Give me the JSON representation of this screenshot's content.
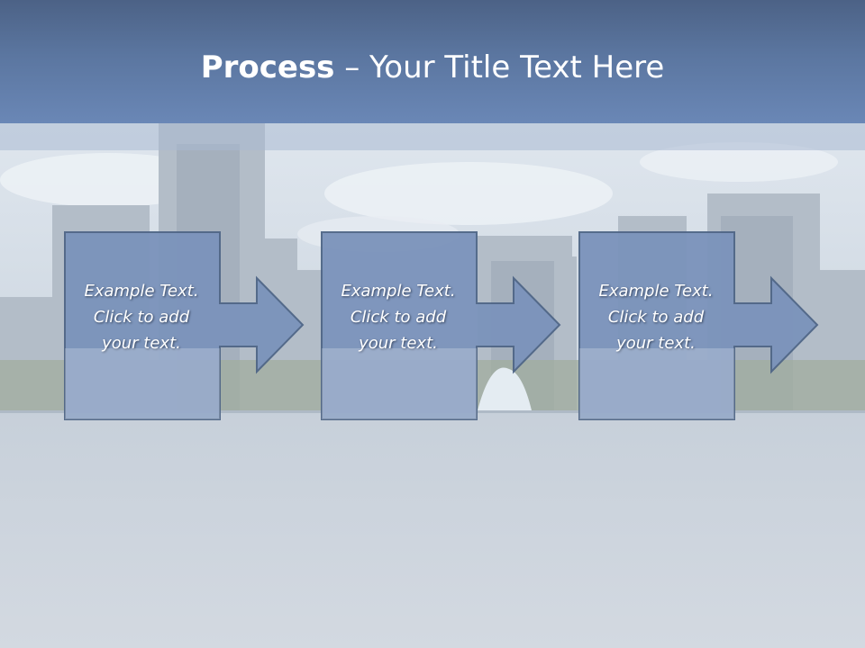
{
  "slide": {
    "title_bold": "Process",
    "title_rest": " – Your Title Text Here"
  },
  "steps": [
    {
      "line1": "Example Text.",
      "line2": "Click  to add",
      "line3": "your text."
    },
    {
      "line1": "Example Text.",
      "line2": "Click  to add",
      "line3": "your text."
    },
    {
      "line1": "Example Text.",
      "line2": "Click  to add",
      "line3": "your text."
    }
  ],
  "colors": {
    "box_fill": "#7b93bb",
    "box_stroke": "#4f6687",
    "title_band": "#5b76a0"
  }
}
